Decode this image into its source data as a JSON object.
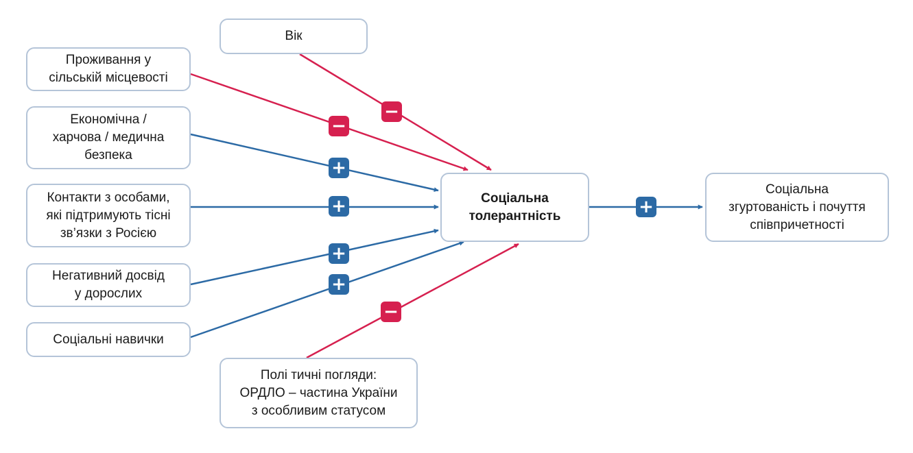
{
  "colors": {
    "positive": "#2c6aa5",
    "negative": "#d6204f",
    "border": "#b4c4d8"
  },
  "nodes": {
    "age": "Вік",
    "rural": "Проживання у\nсільській місцевості",
    "security": "Економічна /\nхарчова / медична\nбезпека",
    "contacts": "Контакти з особами,\nякі підтримують тісні\nзв’язки з Росією",
    "negative_experience": "Негативний досвід\nу дорослих",
    "social_skills": "Соціальні навички",
    "political": "Полі тичні погляди:\nОРДЛО – частина України\nз особливим статусом",
    "tolerance": "Соціальна\nтолерантність",
    "cohesion": "Соціальна\nзгуртованість і почуття\nспівпричетності"
  },
  "edges": [
    {
      "from": "age",
      "to": "tolerance",
      "sign": "−",
      "effect": "negative"
    },
    {
      "from": "rural",
      "to": "tolerance",
      "sign": "−",
      "effect": "negative"
    },
    {
      "from": "security",
      "to": "tolerance",
      "sign": "+",
      "effect": "positive"
    },
    {
      "from": "contacts",
      "to": "tolerance",
      "sign": "+",
      "effect": "positive"
    },
    {
      "from": "negative_experience",
      "to": "tolerance",
      "sign": "+",
      "effect": "positive"
    },
    {
      "from": "social_skills",
      "to": "tolerance",
      "sign": "+",
      "effect": "positive"
    },
    {
      "from": "political",
      "to": "tolerance",
      "sign": "−",
      "effect": "negative"
    },
    {
      "from": "tolerance",
      "to": "cohesion",
      "sign": "+",
      "effect": "positive"
    }
  ]
}
